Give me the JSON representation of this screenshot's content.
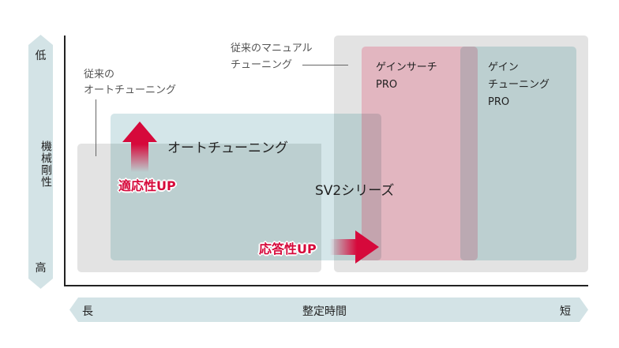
{
  "y_axis": {
    "title": "機械剛性",
    "top_label": "低",
    "bottom_label": "高"
  },
  "x_axis": {
    "title": "整定時間",
    "left_label": "長",
    "right_label": "短"
  },
  "regions": {
    "legacy_auto": {
      "label_line1": "従来の",
      "label_line2": "オートチューニング"
    },
    "manual": {
      "label_line1": "従来のマニュアル",
      "label_line2": "チューニング"
    },
    "sv2_auto": {
      "label": "オートチューニング"
    },
    "sv2_series": {
      "label": "SV2シリーズ"
    },
    "gain_search": {
      "label_line1": "ゲインサーチ",
      "label_line2": "PRO"
    },
    "gain_tuning": {
      "label_line1": "ゲイン",
      "label_line2": "チューニング",
      "label_line3": "PRO"
    }
  },
  "arrows": {
    "adaptability": "適応性UP",
    "responsiveness": "応答性UP"
  },
  "colors": {
    "accent_red": "#d6093b",
    "axis_band": "#d3e3e6",
    "gray_box": "#e3e3e3",
    "teal_light": "#d3e3e6",
    "teal_mid": "#bccfd0",
    "pink": "#e2b6c0"
  }
}
